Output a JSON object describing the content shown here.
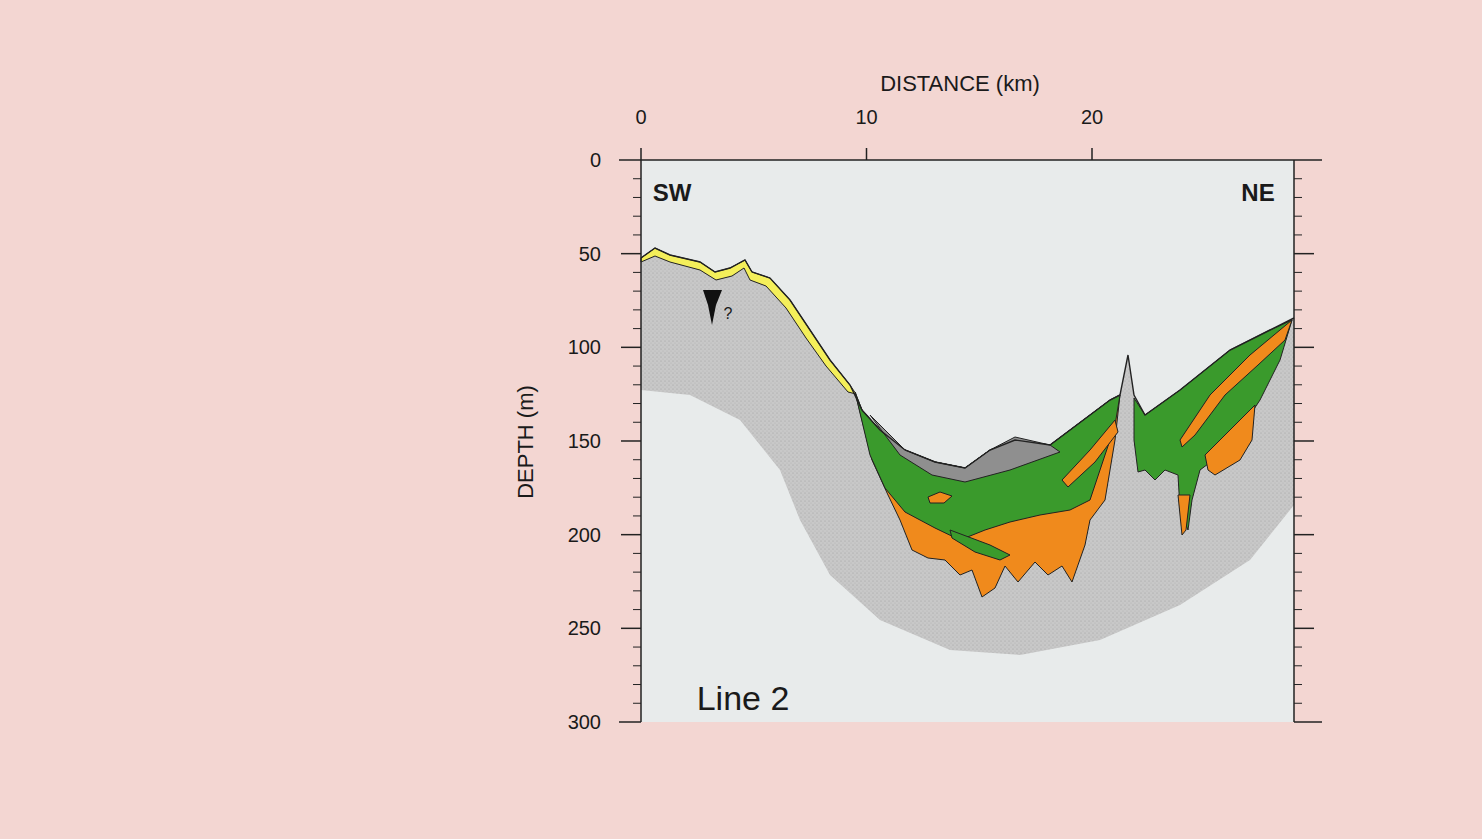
{
  "diagram": {
    "labels": [
      "DISTANCE (km)",
      "0",
      "10",
      "20",
      "0",
      "50",
      "100",
      "150",
      "200",
      "250",
      "300",
      "DEPTH (m)",
      "SW",
      "NE",
      "?",
      "Line 2"
    ]
  }
}
